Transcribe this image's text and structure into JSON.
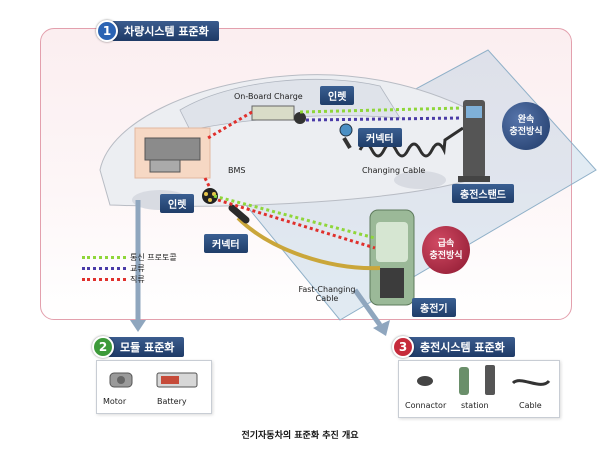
{
  "sections": {
    "vehicle": {
      "number": "1",
      "label": "차량시스템 표준화"
    },
    "module": {
      "number": "2",
      "label": "모듈 표준화"
    },
    "charging": {
      "number": "3",
      "label": "충전시스템 표준화"
    }
  },
  "labels": {
    "onboard_charge": "On-Board Charge",
    "inlet_top": "인렛",
    "connector_top": "커넥터",
    "changing_cable": "Changing Cable",
    "charging_stand": "충전스탠드",
    "bms": "BMS",
    "inlet_bottom": "인렛",
    "connector_bottom": "커넥터",
    "fast_cable_line1": "Fast-Changing",
    "fast_cable_line2": "Cable",
    "charger": "충전기"
  },
  "bubbles": {
    "slow": {
      "line1": "완속",
      "line2": "충전방식"
    },
    "fast": {
      "line1": "급속",
      "line2": "충전방식"
    }
  },
  "legend": [
    {
      "label": "통신 프로토콜",
      "color": "#8fd63a"
    },
    {
      "label": "교류",
      "color": "#4b3ba8"
    },
    {
      "label": "직류",
      "color": "#e0302c"
    }
  ],
  "module_items": [
    "Motor",
    "Battery"
  ],
  "charging_items": [
    "Connactor",
    "station",
    "Cable"
  ],
  "caption": "전기자동차의 표준화 추진 개요"
}
